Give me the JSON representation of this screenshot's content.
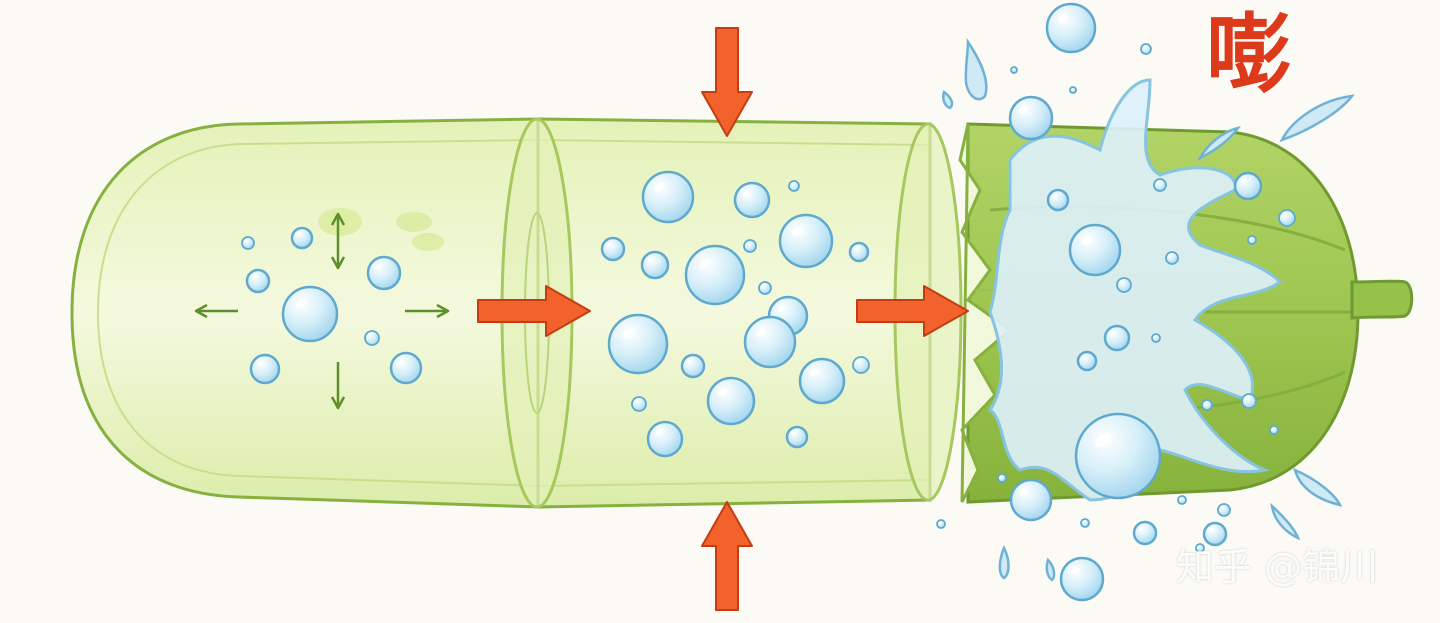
{
  "diagram": {
    "sound_effect": "嘭",
    "watermark": "知乎 @锦川"
  },
  "colors": {
    "background": "#fbfaf4",
    "flesh": "#eef6cf",
    "rim": "#d2e89a",
    "outline": "#86b13f",
    "skin": "#9fc851",
    "skin_dark": "#7fa83a",
    "arrow": "#f2622c",
    "arrow_outline": "#c43d12",
    "bubble": "#bfe4f5",
    "bubble_outline": "#5fa9cf",
    "splash": "#d7eef6",
    "inner_arrow": "#5f8f2a",
    "sfx": "#dd3a1c"
  },
  "icons": {
    "compression_arrow": "block-arrow",
    "expansion_arrow": "thin-arrow",
    "gas": "bubble",
    "burst": "water-splash"
  }
}
